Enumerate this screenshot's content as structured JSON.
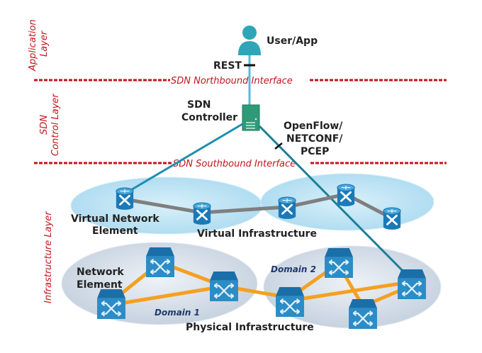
{
  "layers": {
    "application": [
      "Application",
      "Layer"
    ],
    "control": [
      "SDN",
      "Control Layer"
    ],
    "infrastructure": "Infrastructure Layer"
  },
  "interfaces": {
    "northbound": "SDN Northbound Interface",
    "southbound": "SDN Southbound Interface"
  },
  "labels": {
    "user_app": "User/App",
    "rest": "REST",
    "controller": [
      "SDN",
      "Controller"
    ],
    "protocols": [
      "OpenFlow/",
      "NETCONF/",
      "PCEP"
    ],
    "virtual_network_element": [
      "Virtual Network",
      "Element"
    ],
    "virtual_infrastructure": "Virtual Infrastructure",
    "network_element": [
      "Network",
      "Element"
    ],
    "domain1": "Domain 1",
    "domain2": "Domain 2",
    "physical_infrastructure": "Physical Infrastructure"
  },
  "colors": {
    "layer_red": "#c0161c",
    "teal_link": "#1e8fb0",
    "gray_link": "#808080",
    "orange_link": "#f5a020",
    "router_blue": "#1a7ab8",
    "controller_green": "#2e9a78",
    "virtual_ellipse": "#bfe3f3",
    "physical_ellipse": "#d3dde8"
  }
}
